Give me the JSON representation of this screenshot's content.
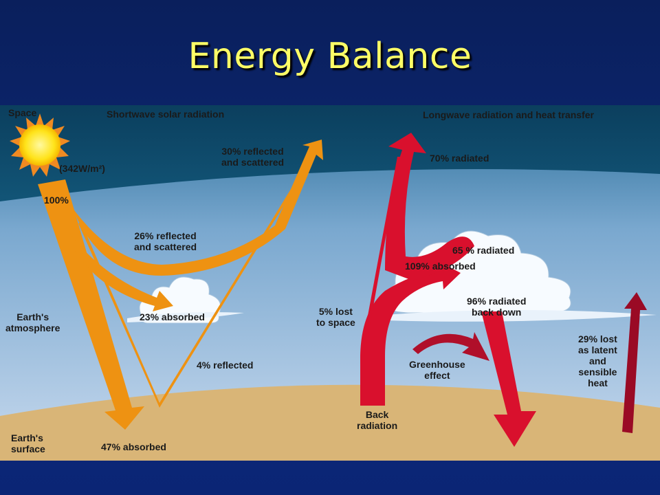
{
  "title": "Energy Balance",
  "diagram": {
    "headers": {
      "space": "Space",
      "shortwave": "Shortwave solar radiation",
      "longwave": "Longwave radiation and heat transfer"
    },
    "zones": {
      "atmosphere": "Earth's\natmosphere",
      "surface": "Earth's\nsurface"
    },
    "shortwave": {
      "incoming_flux": "(342W/m²)",
      "incoming_pct": "100%",
      "reflected_to_space": "30% reflected\nand scattered",
      "reflected_by_atmosphere": "26% reflected\nand scattered",
      "absorbed_atmosphere": "23% absorbed",
      "reflected_surface": "4% reflected",
      "absorbed_surface": "47% absorbed"
    },
    "longwave": {
      "radiated_to_space": "70% radiated",
      "radiated_by_atmosphere": "65 % radiated",
      "absorbed_atmosphere": "109% absorbed",
      "lost_to_space": "5% lost\nto space",
      "radiated_back_down": "96% radiated\nback down",
      "greenhouse": "Greenhouse\neffect",
      "back_radiation": "Back\nradiation",
      "latent_sensible": "29% lost\nas latent\nand\nsensible\nheat"
    },
    "colors": {
      "shortwave_arrow": "#ee9212",
      "longwave_arrow": "#d9102d",
      "heat_arrow": "#9a0a25",
      "space": "#0c4466",
      "surface": "#d9b577",
      "title": "#ffff66"
    },
    "icons": {
      "sun": "sun-icon",
      "cloud": "cloud-icon"
    }
  }
}
